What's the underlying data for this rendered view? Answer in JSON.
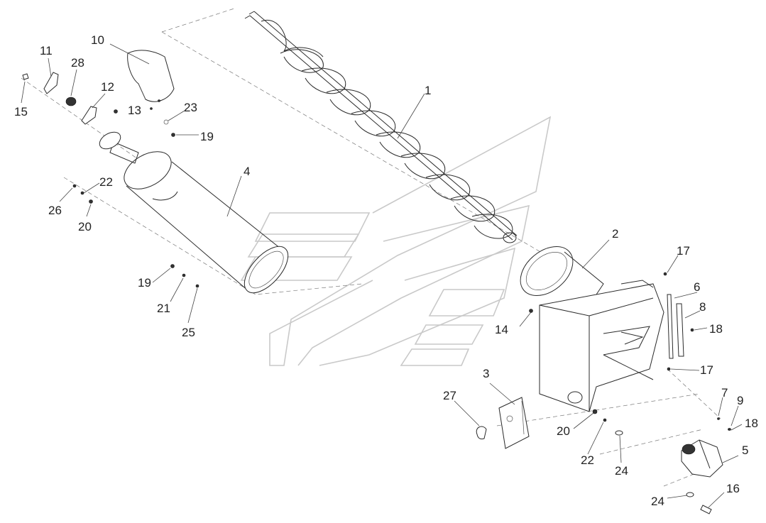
{
  "labels": {
    "l1": "1",
    "l2": "2",
    "l3": "3",
    "l4": "4",
    "l5": "5",
    "l6": "6",
    "l7": "7",
    "l8": "8",
    "l9": "9",
    "l10": "10",
    "l11": "11",
    "l12": "12",
    "l13": "13",
    "l14": "14",
    "l15": "15",
    "l16": "16",
    "l17a": "17",
    "l17b": "17",
    "l18a": "18",
    "l18b": "18",
    "l19a": "19",
    "l19b": "19",
    "l20a": "20",
    "l20b": "20",
    "l21": "21",
    "l22a": "22",
    "l22b": "22",
    "l23": "23",
    "l24a": "24",
    "l24b": "24",
    "l25": "25",
    "l26": "26",
    "l27": "27",
    "l28": "28"
  },
  "colors": {
    "line": "#2a2a2a",
    "watermark": "#c9c9c9",
    "background": "#ffffff"
  }
}
